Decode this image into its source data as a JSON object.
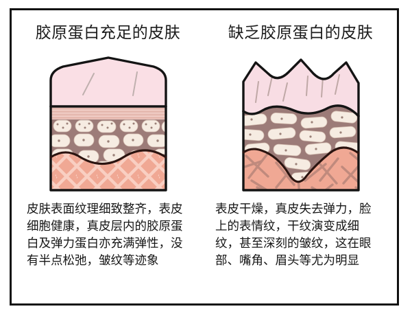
{
  "poster": {
    "background_color": "#ffffff",
    "frame_color": "#111111",
    "panels": [
      {
        "id": "collagen-rich",
        "title": "胶原蛋白充足的皮肤",
        "caption": "皮肤表面纹理细致整齐，表皮细胞健康，真皮层内的胶原蛋白及弹力蛋白亦充满弹性，没有半点松弛，皱纹等迹象",
        "diagram": {
          "name": "healthy-skin-cross-section",
          "surface": "smooth",
          "epidermis_color": "#fadfe5",
          "stripe_band_color": "#eec9c1",
          "cell_layer_bg": "#9c7b78",
          "cell_color": "#f6ece2",
          "dermis_color": "#f0a894",
          "collagen_pattern": "regular-diamond-lattice",
          "collagen_line_color": "#f9cfc2",
          "outline_color": "#141414"
        }
      },
      {
        "id": "collagen-poor",
        "title": "缺乏胶原蛋白的皮肤",
        "caption": "表皮干燥，真皮失去弹力，脸上的表情纹，干纹演变成细纹，甚至深刻的皱纹，这在眼部、嘴角、眉头等尤为明显",
        "diagram": {
          "name": "aged-skin-cross-section",
          "surface": "wrinkled-wavy",
          "epidermis_color": "#f8dde4",
          "cell_layer_bg": "#9c7b78",
          "cell_color": "#f6ece2",
          "dermis_color": "#f0a894",
          "collagen_pattern": "sparse-broken-crossing-fibers",
          "collagen_line_color": "#c08a7d",
          "outline_color": "#141414"
        }
      }
    ]
  }
}
